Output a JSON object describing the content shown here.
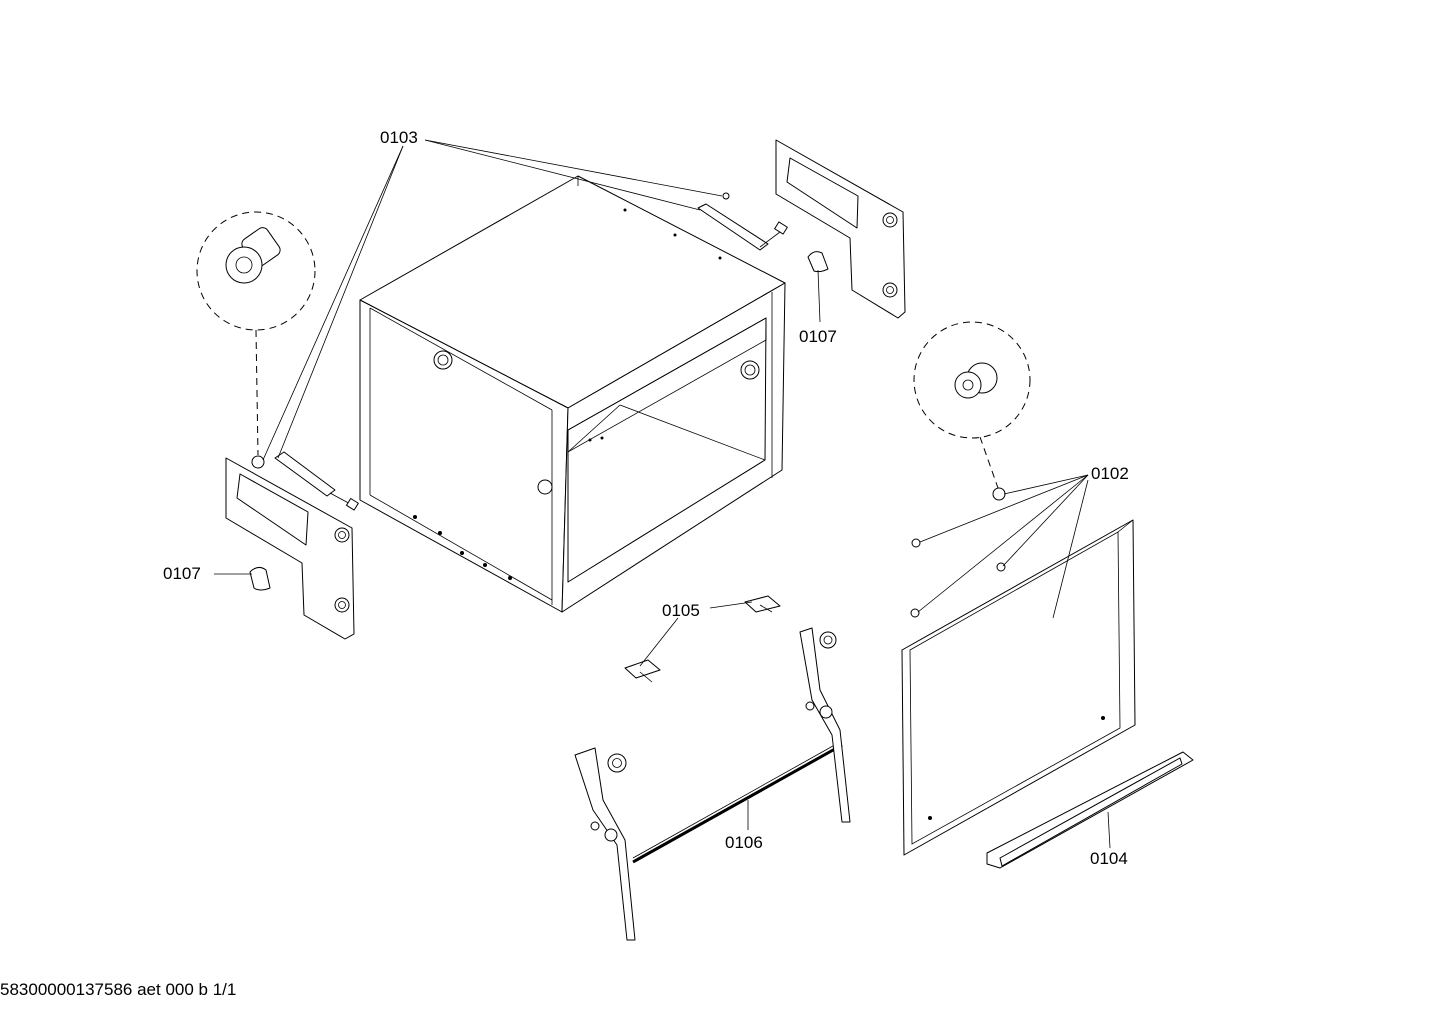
{
  "callouts": {
    "c0103": "0103",
    "c0107_top": "0107",
    "c0107_left": "0107",
    "c0102": "0102",
    "c0105": "0105",
    "c0106": "0106",
    "c0104": "0104"
  },
  "footer": {
    "document_id": "58300000137586 aet 000 b 1/1"
  }
}
